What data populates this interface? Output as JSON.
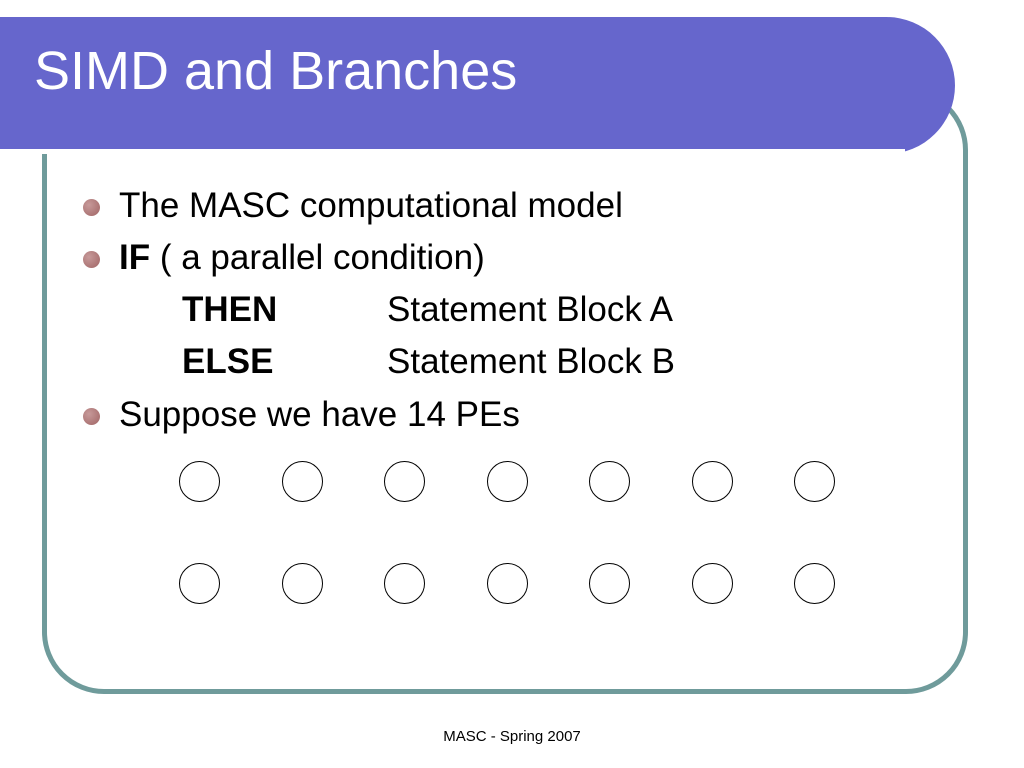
{
  "slide": {
    "title": "SIMD and Branches",
    "bullets": [
      {
        "text": "The MASC computational model"
      },
      {
        "keyword": "IF",
        "text": " ( a parallel condition)"
      },
      {
        "text": " Suppose we have 14 PEs"
      }
    ],
    "branch_lines": [
      {
        "keyword": "THEN",
        "text": "Statement Block A"
      },
      {
        "keyword": "ELSE",
        "text": "Statement Block B"
      }
    ],
    "processing_elements": {
      "count": 14,
      "rows": 2,
      "per_row": 7
    },
    "footer": "MASC - Spring 2007",
    "colors": {
      "title_bar": "#6666cc",
      "frame_border": "#6f9b9b",
      "bullet": "#a06464",
      "title_text": "#ffffff"
    }
  }
}
